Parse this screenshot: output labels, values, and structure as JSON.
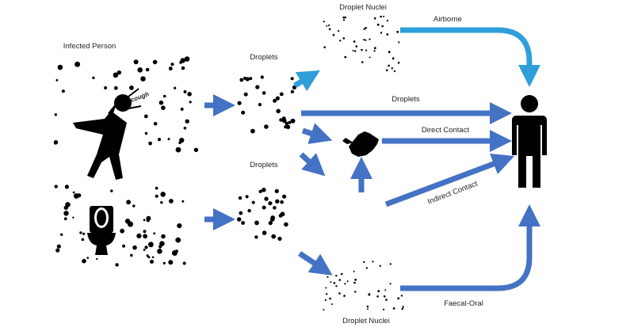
{
  "labels": {
    "infected_person": "Infected Person",
    "cough": "cough",
    "droplets_top": "Droplets",
    "droplets_bottom": "Droplets",
    "droplet_nuclei_top": "Droplet Nuclei",
    "droplet_nuclei_bottom": "Droplet Nuclei",
    "airborne": "Airborne",
    "droplets_route": "Droplets",
    "direct_contact": "Direct Contact",
    "indirect_contact": "Indirect Contact",
    "faecal_oral": "Faecal-Oral"
  },
  "colors": {
    "arrow": "#4472C4",
    "airborne_arrow": "#2E9FD8",
    "figure": "#000000"
  },
  "icons": [
    "coughing-person-icon",
    "toilet-icon",
    "hand-icon",
    "person-icon"
  ]
}
